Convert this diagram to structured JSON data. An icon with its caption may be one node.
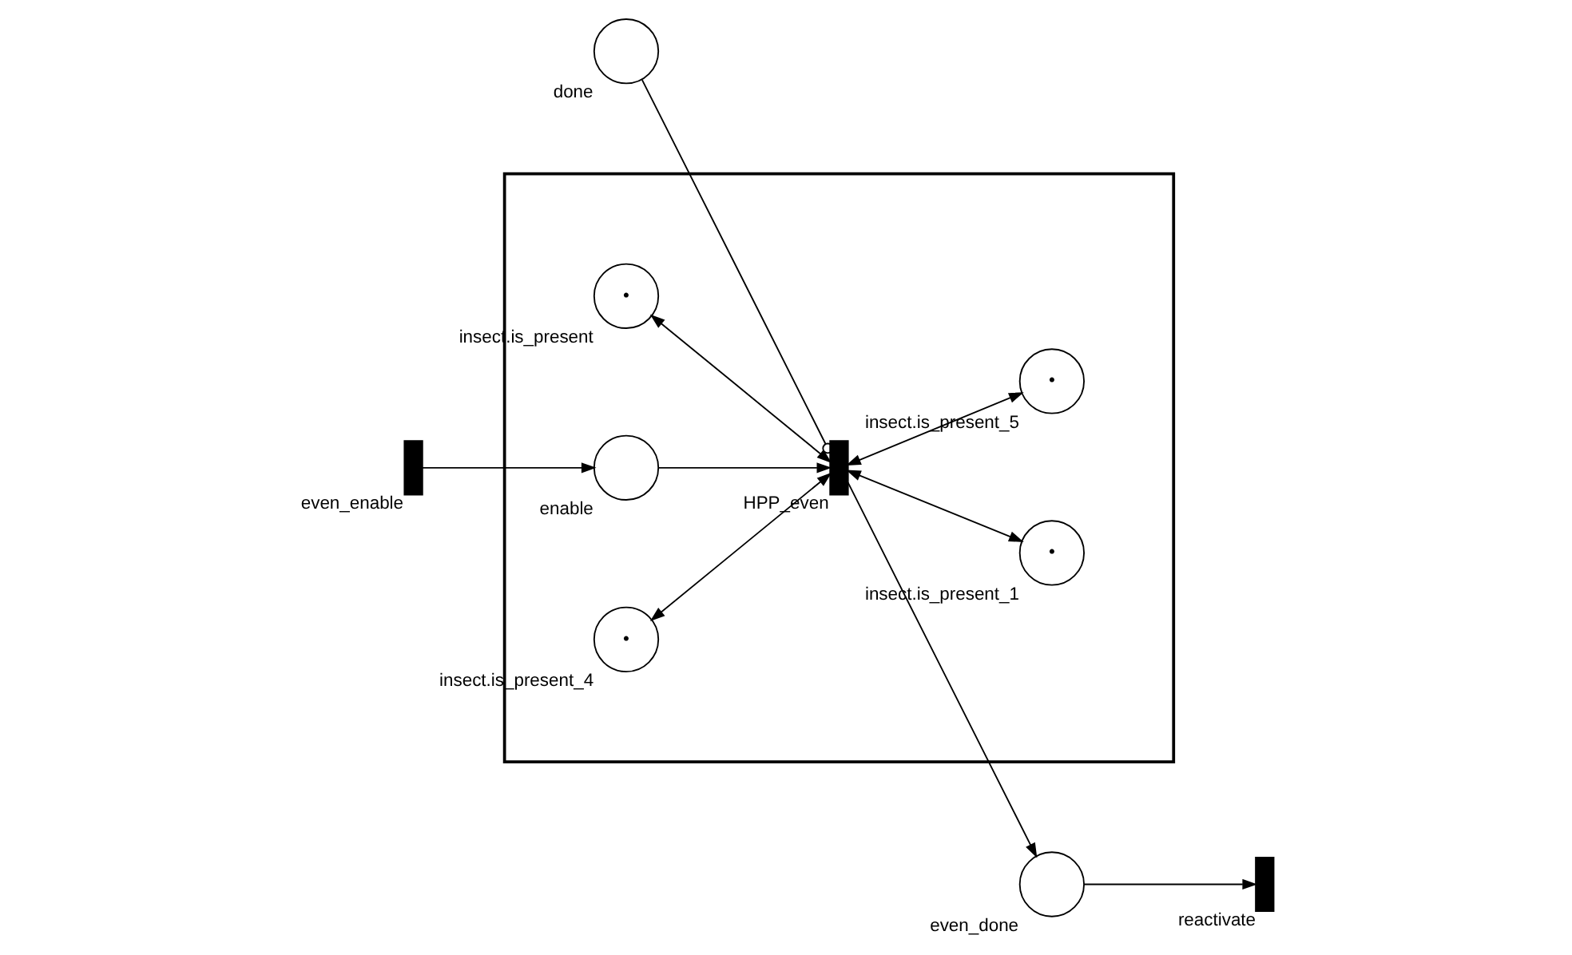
{
  "diagram": {
    "nodes": [
      {
        "text": [],
        "shape": "box"
      },
      {
        "text": [
          "done"
        ]
      },
      {
        "text": [
          "insect.is_present",
          "•"
        ],
        "in": 0
      },
      {
        "text": [
          "insect.is_present_1",
          "•"
        ],
        "in": 0
      },
      {
        "text": [
          "even_enable"
        ]
      },
      {
        "text": [
          "enable"
        ],
        "in": 0
      },
      {
        "text": [
          "HPP_even"
        ],
        "in": 0
      },
      {
        "text": [
          "even_done"
        ]
      },
      {
        "text": [
          "insect.is_present_4",
          "•"
        ],
        "in": 0
      },
      {
        "text": [
          "insect.is_present_5",
          "•"
        ],
        "in": 0
      },
      {
        "text": [
          "reactivate"
        ]
      }
    ],
    "edges": [
      {
        "from": 4,
        "to": 5,
        "arrow": "to"
      },
      {
        "from": 5,
        "to": 6,
        "arrow": "to"
      },
      {
        "from": 1,
        "to": 6,
        "arrow": "other"
      },
      {
        "from": 2,
        "to": 6,
        "arrow": "both"
      },
      {
        "from": 6,
        "to": 3,
        "arrow": "both"
      },
      {
        "from": 8,
        "to": 6,
        "arrow": "both"
      },
      {
        "from": 6,
        "to": 9,
        "arrow": "both"
      },
      {
        "from": 6,
        "to": 7,
        "arrow": "to"
      },
      {
        "from": 7,
        "to": 10,
        "arrow": "to"
      }
    ]
  }
}
